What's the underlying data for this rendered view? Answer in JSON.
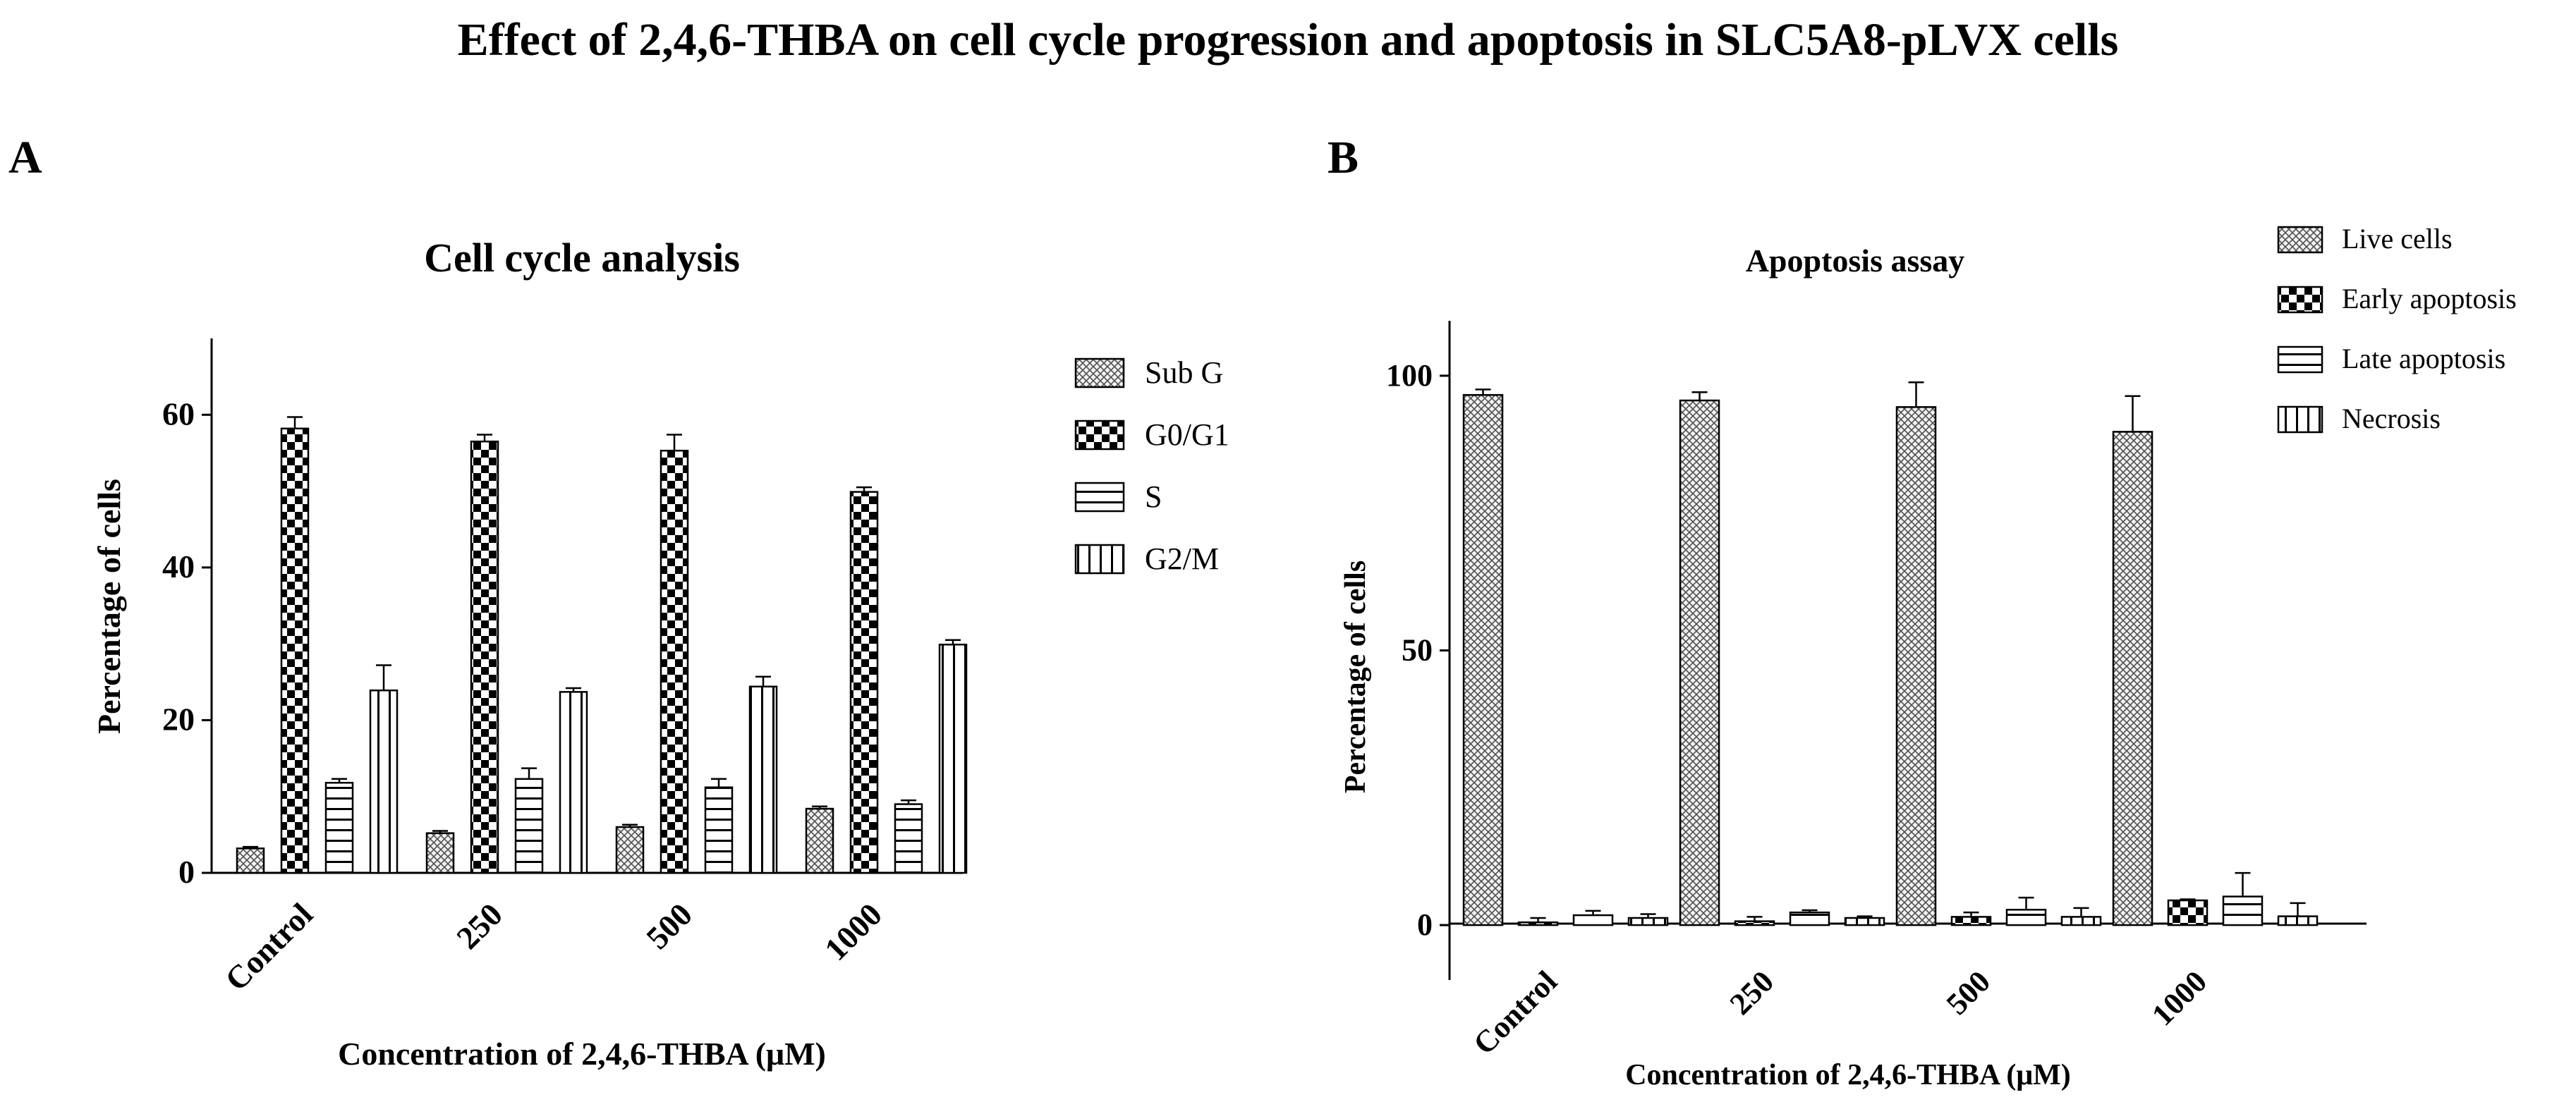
{
  "figure_title": "Effect of 2,4,6-THBA on cell cycle progression and apoptosis in SLC5A8-pLVX cells",
  "panel_labels": [
    "A",
    "B"
  ],
  "chart_data": [
    {
      "type": "bar",
      "panel": "A",
      "title": "Cell cycle analysis",
      "xlabel": "Concentration of 2,4,6-THBA (μM)",
      "ylabel": "Percentage of cells",
      "categories": [
        "Control",
        "250",
        "500",
        "1000"
      ],
      "ylim": [
        0,
        70
      ],
      "yticks": [
        0,
        20,
        40,
        60
      ],
      "grid": false,
      "legend_position": "right",
      "series": [
        {
          "name": "Sub G",
          "pattern": "fine-crosshatch",
          "values": [
            3.2,
            5.2,
            6.0,
            8.4
          ],
          "errors": [
            0.2,
            0.3,
            0.3,
            0.3
          ]
        },
        {
          "name": "G0/G1",
          "pattern": "checker",
          "values": [
            58.2,
            56.5,
            55.3,
            49.9
          ],
          "errors": [
            1.5,
            0.9,
            2.1,
            0.6
          ]
        },
        {
          "name": "S",
          "pattern": "horizontal-lines",
          "values": [
            11.8,
            12.3,
            11.2,
            9.0
          ],
          "errors": [
            0.5,
            1.4,
            1.1,
            0.5
          ]
        },
        {
          "name": "G2/M",
          "pattern": "vertical-lines",
          "values": [
            23.9,
            23.7,
            24.4,
            29.9
          ],
          "errors": [
            3.3,
            0.5,
            1.3,
            0.6
          ]
        }
      ]
    },
    {
      "type": "bar",
      "panel": "B",
      "title": "Apoptosis assay",
      "xlabel": "Concentration of 2,4,6-THBA (μM)",
      "ylabel": "Percentage of cells",
      "categories": [
        "Control",
        "250",
        "500",
        "1000"
      ],
      "ylim": [
        -10,
        110
      ],
      "yticks": [
        0,
        50,
        100
      ],
      "grid": false,
      "legend_position": "top-right",
      "series": [
        {
          "name": "Live cells",
          "pattern": "fine-crosshatch",
          "values": [
            96.5,
            95.5,
            94.3,
            89.8
          ],
          "errors": [
            1.0,
            1.5,
            4.5,
            6.5
          ]
        },
        {
          "name": "Early apoptosis",
          "pattern": "checker",
          "values": [
            0.5,
            0.7,
            1.5,
            4.5
          ],
          "errors": [
            0.8,
            0.8,
            0.8,
            0.2
          ]
        },
        {
          "name": "Late apoptosis",
          "pattern": "horizontal-lines",
          "values": [
            1.8,
            2.3,
            2.8,
            5.2
          ],
          "errors": [
            0.8,
            0.4,
            2.2,
            4.3
          ]
        },
        {
          "name": "Necrosis",
          "pattern": "vertical-lines",
          "values": [
            1.3,
            1.3,
            1.5,
            1.6
          ],
          "errors": [
            0.7,
            0.3,
            1.6,
            2.4
          ]
        }
      ]
    }
  ]
}
